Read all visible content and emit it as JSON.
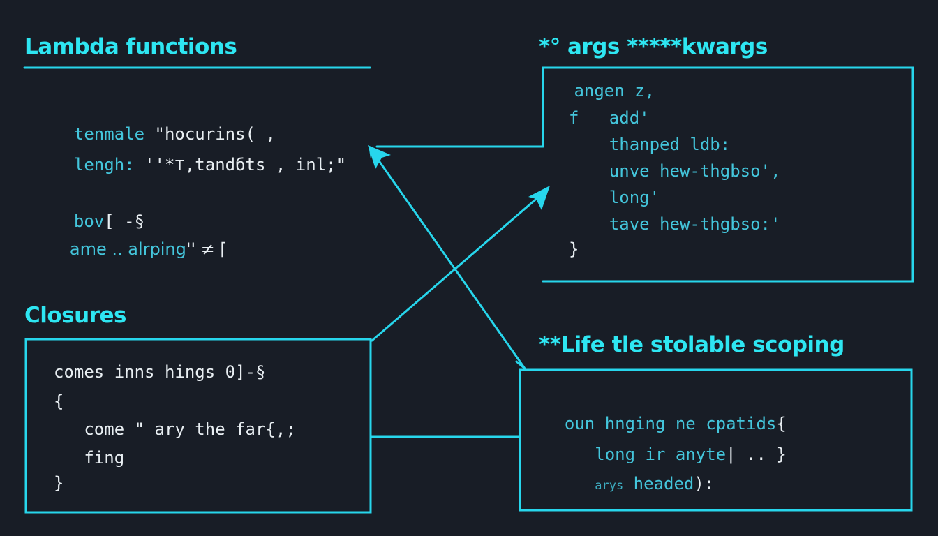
{
  "colors": {
    "background": "#181d26",
    "accent": "#2ee6f2",
    "line": "#27d6ec",
    "code_cyan": "#44c6dc",
    "code_white": "#e8eef2"
  },
  "lambda_section": {
    "title": "Lambda functions",
    "lines": [
      {
        "a": "tenmale ",
        "b": "\"hocurins( ,"
      },
      {
        "a": "lengh: ",
        "b": "''*⊤,tandбts , inl;\""
      },
      {
        "a": "bov",
        "b": "[ -§"
      },
      {
        "a": " ame .. alrping",
        "b": "'' ≠ ⌈"
      }
    ]
  },
  "args_section": {
    "title": "*° args *****kwargs",
    "lines": [
      " angen z,",
      "f   add'",
      "    thanped ldb:",
      "    unve hew-thgbso',",
      "    long'",
      "    tave hew-thgbso:'"
    ],
    "closing": "}"
  },
  "closures_section": {
    "title": "Closures",
    "lines": [
      "comes inns hings 0]-§",
      "{",
      "   come \" ary the far{,;",
      "   fing",
      "}"
    ]
  },
  "scoping_section": {
    "title": "**Life tle stolable scoping",
    "lines": [
      {
        "a": "oun hnging ne cpatids",
        "b": "{"
      },
      {
        "a": "   long ir anyte",
        "b": "| .. }"
      },
      {
        "a": "   ",
        "b": "arys",
        "c": " headed",
        "d": "):"
      }
    ]
  }
}
